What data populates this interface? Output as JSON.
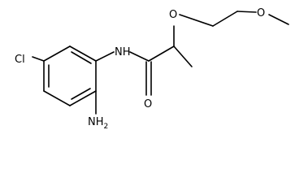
{
  "structure": {
    "atom_labels": {
      "cl": "Cl",
      "nh": "NH",
      "o_ether": "O",
      "o_methoxy": "O",
      "o_carbonyl": "O",
      "nh2_main": "NH",
      "nh2_sub": "2"
    }
  }
}
